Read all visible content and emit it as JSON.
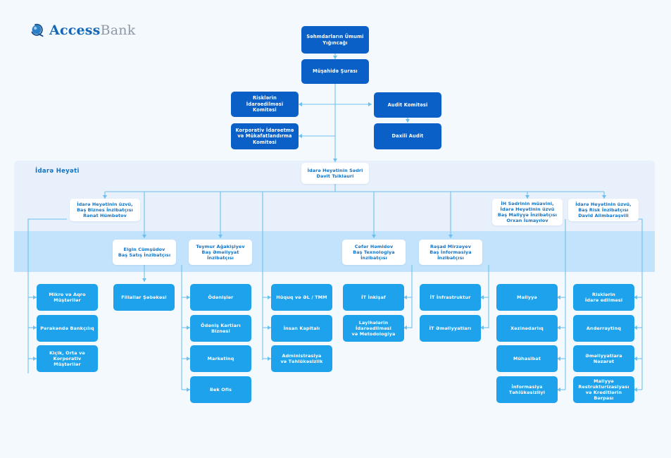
{
  "brand": {
    "name_primary": "Access",
    "name_secondary": "Bank",
    "icon": "globe-swoosh-icon",
    "primary_color": "#1567b3",
    "secondary_color": "#8d9aa5"
  },
  "colors": {
    "page_background": "#f4f9fd",
    "band_upper": "#e7f0fb",
    "band_lower": "#c3e3fd",
    "node_dark_blue": "#0b60c8",
    "node_light_blue": "#1ea2ec",
    "node_white_text": "#1273c6",
    "connector": "#6cc0ef"
  },
  "section": {
    "management_board_label": "İdarə Heyəti"
  },
  "governance": {
    "shareholders_meeting": "Səhmdarların Ümumi Yığıncağı",
    "supervisory_board": "Müşahidə Şurası",
    "risk_committee": "Risklərin İdarəedilməsi Komitəsi",
    "corporate_governance_committee": "Korporativ İdarəetmə və Mükafatlandırma Komitəsi",
    "audit_committee": "Audit Komitəsi",
    "internal_audit": "Daxili Audit"
  },
  "chairman": {
    "title": "İdarə Heyətinin Sədri",
    "name": "Davit Tsiklauri"
  },
  "board_members": [
    {
      "id": "cbo",
      "lines": [
        "İdarə Heyətinin üzvü,",
        "Baş Biznes İnzibatçısı",
        "Rənat Hümbətov"
      ]
    },
    {
      "id": "cfo",
      "lines": [
        "İH Sədrinin müavini,",
        "İdarə Heyətinin üzvü",
        "Baş Maliyyə İnzibatçısı",
        "Orxan İsmayılov"
      ]
    },
    {
      "id": "cro",
      "lines": [
        "İdarə Heyətinin üzvü,",
        "Baş Risk İnzibatçısı",
        "David Alimbaraşvili"
      ]
    }
  ],
  "executives": [
    {
      "id": "cso",
      "name": "Elgin Cümşüdov",
      "title": "Baş Satış İnzibatçısı"
    },
    {
      "id": "coo",
      "name": "Teymur Ağakişiyev",
      "title": "Baş Əməliyyat İnzibatçısı"
    },
    {
      "id": "cto",
      "name": "Cəfər Həmidov",
      "title": "Baş Texnologiya İnzibatçısı"
    },
    {
      "id": "cio",
      "name": "Rəşad Mirzəyev",
      "title": "Baş İnformasiya İnzibatçısı"
    }
  ],
  "departments": {
    "col1": [
      {
        "lines": [
          "Mikro və Aqro",
          "Müştərilər"
        ]
      },
      {
        "lines": [
          "Pərakəndə Bankçılıq"
        ]
      },
      {
        "lines": [
          "Kiçik, Orta və",
          "Korporativ Müştərilər"
        ]
      }
    ],
    "col2": [
      {
        "lines": [
          "Filiallar Şəbəkəsi"
        ]
      }
    ],
    "col3": [
      {
        "lines": [
          "Ödənişlər"
        ]
      },
      {
        "lines": [
          "Ödəniş Kartları",
          "Biznesi"
        ]
      },
      {
        "lines": [
          "Marketinq"
        ]
      },
      {
        "lines": [
          "Bek Ofis"
        ]
      }
    ],
    "col4": [
      {
        "lines": [
          "Hüquq və ƏL / TMM"
        ]
      },
      {
        "lines": [
          "İnsan Kapitalı"
        ]
      },
      {
        "lines": [
          "Administrasiya",
          "və Təhlükəsizlik"
        ]
      }
    ],
    "col5": [
      {
        "lines": [
          "İT İnkişaf"
        ]
      },
      {
        "lines": [
          "Layihələrin",
          "İdarəedilməsi",
          "və Metodologiya"
        ]
      }
    ],
    "col6": [
      {
        "lines": [
          "İT İnfrastruktur"
        ]
      },
      {
        "lines": [
          "İT Əməliyyatları"
        ]
      }
    ],
    "col7": [
      {
        "lines": [
          "Maliyyə"
        ]
      },
      {
        "lines": [
          "Xəzinədarlıq"
        ]
      },
      {
        "lines": [
          "Mühasibat"
        ]
      },
      {
        "lines": [
          "İnformasiya",
          "Təhlükəsizliyi"
        ]
      }
    ],
    "col8": [
      {
        "lines": [
          "Risklərin",
          "İdarə edilməsi"
        ]
      },
      {
        "lines": [
          "Anderraytinq"
        ]
      },
      {
        "lines": [
          "Əməliyyatlara",
          "Nəzarət"
        ]
      },
      {
        "lines": [
          "Maliyyə",
          "Restrukturizasiyası",
          "və Kreditlərin Bərpası"
        ]
      }
    ]
  }
}
